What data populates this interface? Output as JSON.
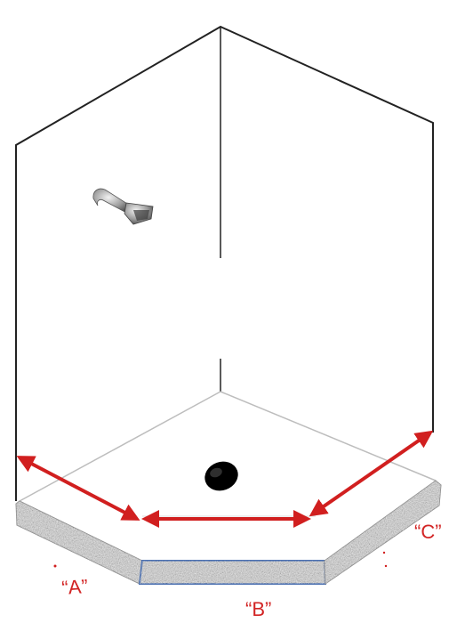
{
  "diagram": {
    "labels": {
      "a": "“A”",
      "b": "“B”",
      "c": "“C”"
    },
    "colors": {
      "arrow": "#d11f1f",
      "wall_line": "#222222",
      "floor_line": "#bbbbbb",
      "curb_granite": "#c9c9c9",
      "curb_front_edge": "#4a6fb0",
      "drain": "#000000"
    },
    "icons": {
      "fixture": "shower-head-icon",
      "drain": "drain-icon"
    }
  }
}
